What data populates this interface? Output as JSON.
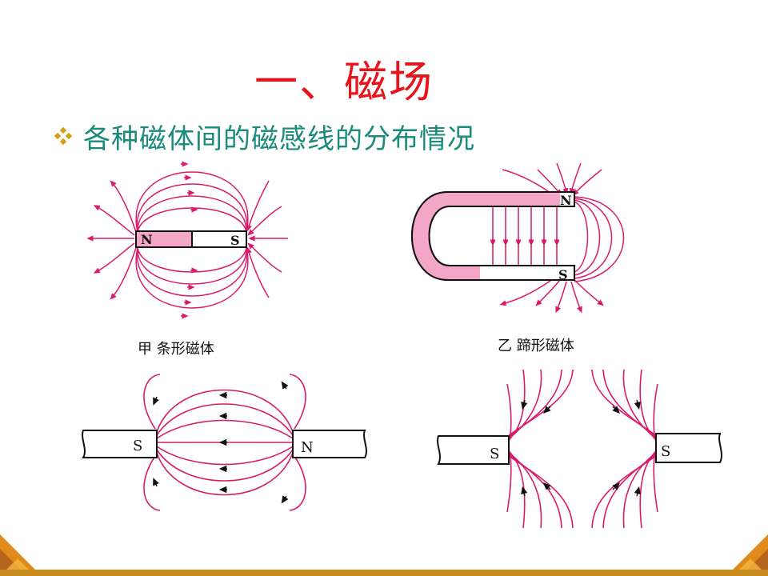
{
  "slide": {
    "title": "一、磁场",
    "bullet": "各种磁体间的磁感线的分布情况"
  },
  "figures": {
    "bar_magnet": {
      "north_label": "N",
      "south_label": "S",
      "caption": "甲  条形磁体"
    },
    "horseshoe_magnet": {
      "north_label": "N",
      "south_label": "S",
      "caption": "乙  蹄形磁体"
    },
    "opposite_poles": {
      "left_label": "S",
      "right_label": "N"
    },
    "like_poles": {
      "left_label": "S",
      "right_label": "S"
    }
  },
  "colors": {
    "title": "#e8141b",
    "bullet_text": "#1a8a7a",
    "field_lines": "#d81b6a",
    "north_pole_fill": "#f3a6c8",
    "decoration": "#e08a1a"
  }
}
